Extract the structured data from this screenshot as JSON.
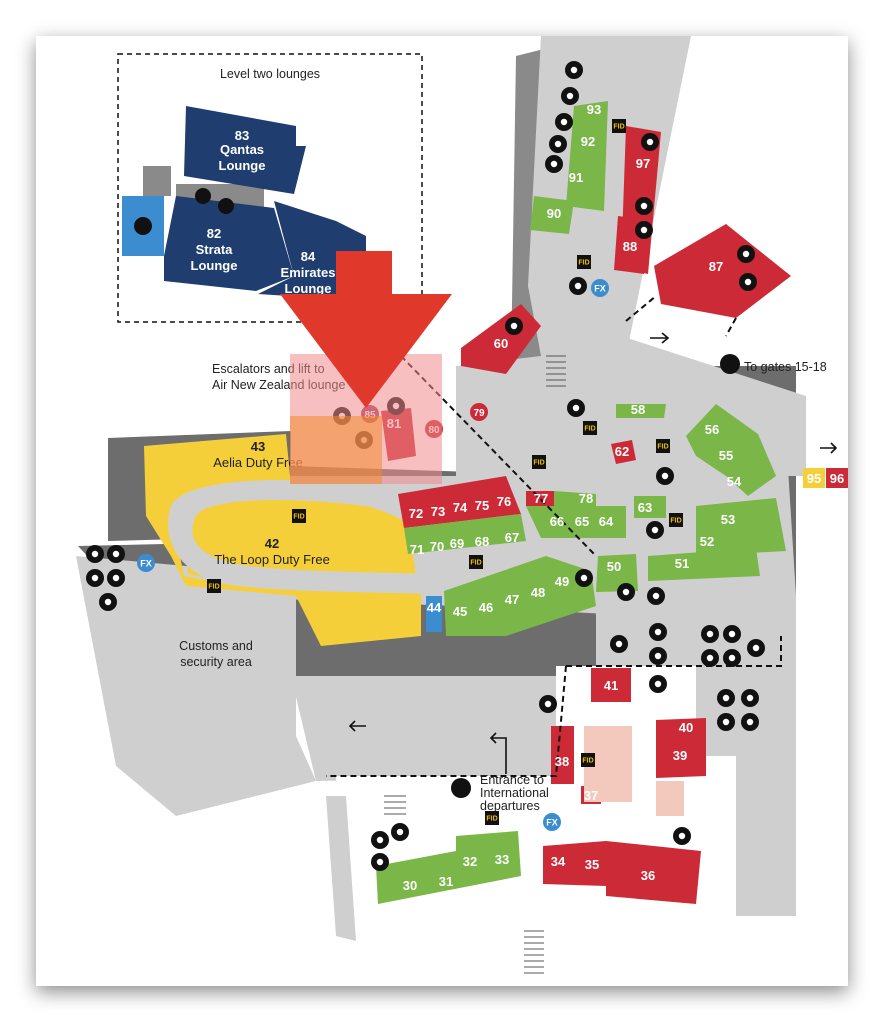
{
  "map": {
    "lounges_box_title": "Level two lounges",
    "lounges": [
      {
        "num": "83",
        "name_line1": "Qantas",
        "name_line2": "Lounge"
      },
      {
        "num": "82",
        "name_line1": "Strata",
        "name_line2": "Lounge"
      },
      {
        "num": "84",
        "name_line1": "Emirates",
        "name_line2": "Lounge"
      }
    ],
    "escalator_note_line1": "Escalators and lift to",
    "escalator_note_line2": "Air New Zealand lounge",
    "duty_free": [
      {
        "num": "43",
        "name": "Aelia Duty Free"
      },
      {
        "num": "42",
        "name": "The Loop Duty Free"
      }
    ],
    "customs_line1": "Customs and",
    "customs_line2": "security area",
    "entrance_line1": "Entrance to",
    "entrance_line2": "International",
    "entrance_line3": "departures",
    "gates_label": "To gates 15-18",
    "fid_label": "FID",
    "fx_label": "FX",
    "gate_badges": [
      "95",
      "96"
    ],
    "stores_red": [
      "60",
      "72",
      "73",
      "74",
      "75",
      "76",
      "77",
      "79",
      "80",
      "81",
      "85",
      "62",
      "87",
      "88",
      "97",
      "41",
      "40",
      "39",
      "38",
      "37",
      "34",
      "35",
      "36"
    ],
    "stores_green": [
      "93",
      "92",
      "91",
      "90",
      "58",
      "56",
      "55",
      "54",
      "53",
      "52",
      "51",
      "50",
      "49",
      "48",
      "47",
      "46",
      "45",
      "66",
      "65",
      "64",
      "63",
      "78",
      "71",
      "70",
      "69",
      "68",
      "67",
      "33",
      "32",
      "31",
      "30"
    ],
    "stores_blue": [
      "44"
    ],
    "colors": {
      "red": "#cc2a36",
      "green": "#7ab648",
      "yellow": "#f5cf3a",
      "navy": "#1f3d6e",
      "grey": "#cfcfcf",
      "darkgrey": "#6d6d6d",
      "arrow": "#e0392b",
      "highlight": "#f08a8a"
    },
    "highlight_arrow_target": "85"
  }
}
